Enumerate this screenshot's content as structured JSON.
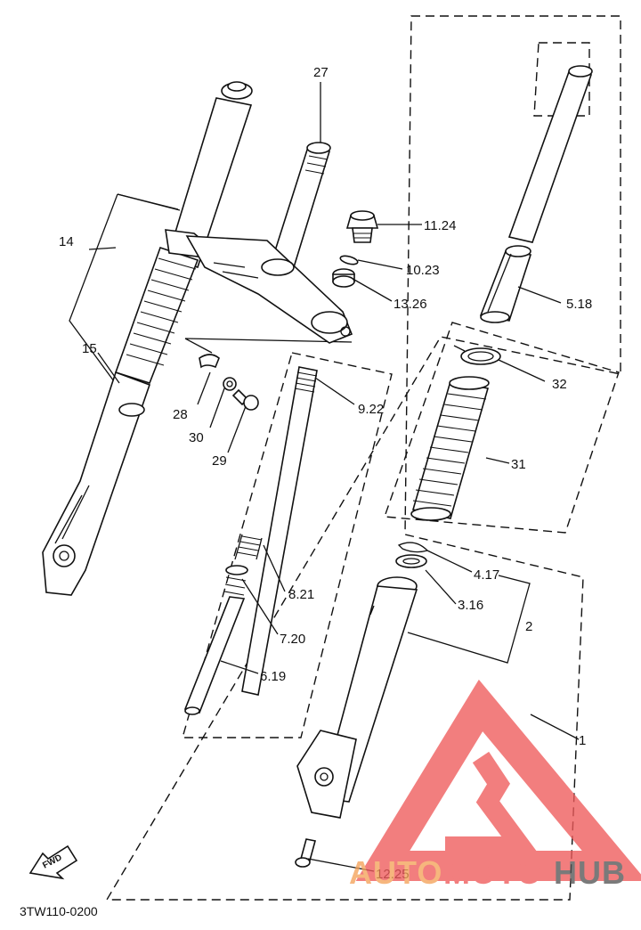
{
  "diagram_code": "3TW110-0200",
  "fwd_label": "FWD",
  "labels": {
    "p27": "27",
    "p11": "11.24",
    "p10": "10.23",
    "p13": "13.26",
    "p5": "5.18",
    "p14": "14",
    "p15": "15",
    "p28": "28",
    "p30": "30",
    "p29": "29",
    "p9": "9.22",
    "p32": "32",
    "p31": "31",
    "p8": "8.21",
    "p7": "7.20",
    "p6": "6.19",
    "p4": "4.17",
    "p3": "3.16",
    "p2": "2",
    "p1": "1",
    "p12": "12.25"
  },
  "watermark": {
    "part1": "AUTO",
    "part2": "MOTO",
    "part3": "HUB",
    "color1": "#f4a259",
    "color2": "#ef5a5a",
    "color3": "#555555"
  }
}
